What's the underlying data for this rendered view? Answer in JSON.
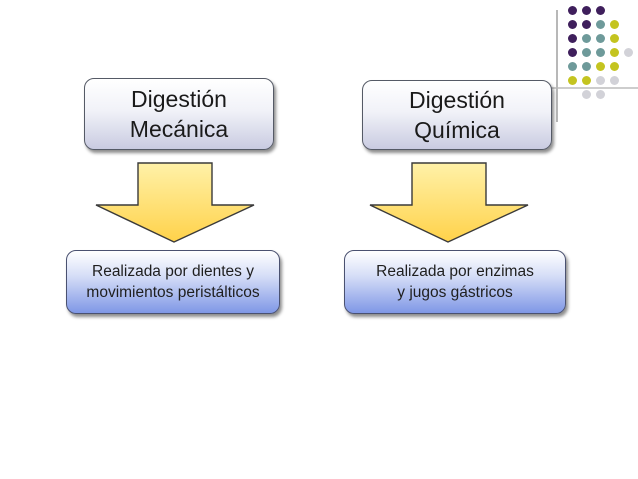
{
  "diagram": {
    "nodes": [
      {
        "id": "mecanica",
        "lines": [
          "Digestión",
          "Mecánica"
        ]
      },
      {
        "id": "quimica",
        "lines": [
          "Digestión",
          "Química"
        ]
      },
      {
        "id": "mecanica_desc",
        "lines": [
          "Realizada por dientes y",
          "movimientos peristálticos"
        ]
      },
      {
        "id": "quimica_desc",
        "lines": [
          "Realizada por enzimas",
          "y jugos gástricos"
        ]
      }
    ],
    "edges": [
      {
        "from": "mecanica",
        "to": "mecanica_desc"
      },
      {
        "from": "quimica",
        "to": "quimica_desc"
      }
    ]
  },
  "colors": {
    "dot_purple": "#3f1f5c",
    "dot_teal": "#6e9a9a",
    "dot_olive": "#c4c420",
    "dot_grey": "#d2d2d8",
    "arrow_fill": "#ffd24a",
    "arrow_fill_light": "#fff1a8"
  }
}
